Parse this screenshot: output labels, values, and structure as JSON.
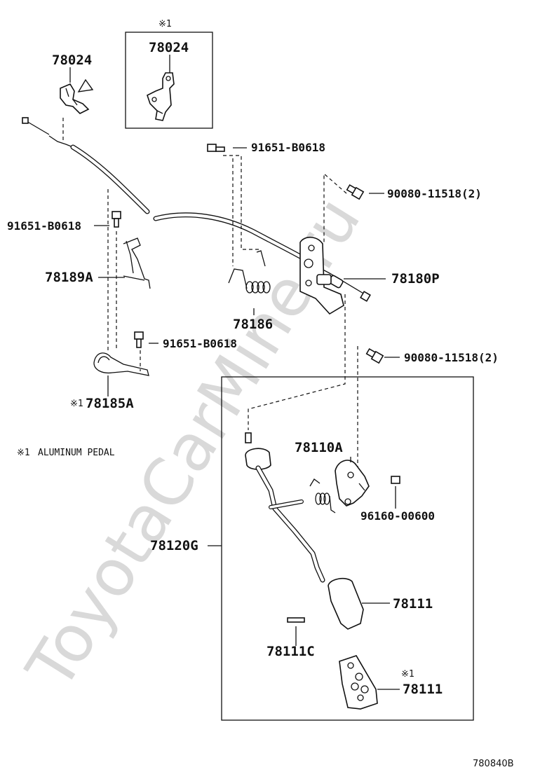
{
  "watermark": "ToyotaCarMine.ru",
  "diagram_id": "780840B",
  "note": {
    "mark": "※1",
    "text": "ALUMINUM PEDAL"
  },
  "labels": {
    "inset_mark": "※1",
    "bracket_main": "78024",
    "bracket_inset": "78024",
    "bolt_top": "91651-B0618",
    "bolt_left": "91651-B0618",
    "bolt_mid": "91651-B0618",
    "bolt_right_top": "90080-11518(2)",
    "bolt_right_mid": "90080-11518(2)",
    "clip": "78189A",
    "cable_assembly": "78180P",
    "spring": "78186",
    "clamp_mark": "※1",
    "clamp": "78185A",
    "pedal_bracket": "78110A",
    "nut": "96160-00600",
    "pedal_arm": "78120G",
    "pedal_pad": "78111",
    "pin": "78111C",
    "pad_alu_mark": "※1",
    "pedal_pad_alu": "78111"
  }
}
